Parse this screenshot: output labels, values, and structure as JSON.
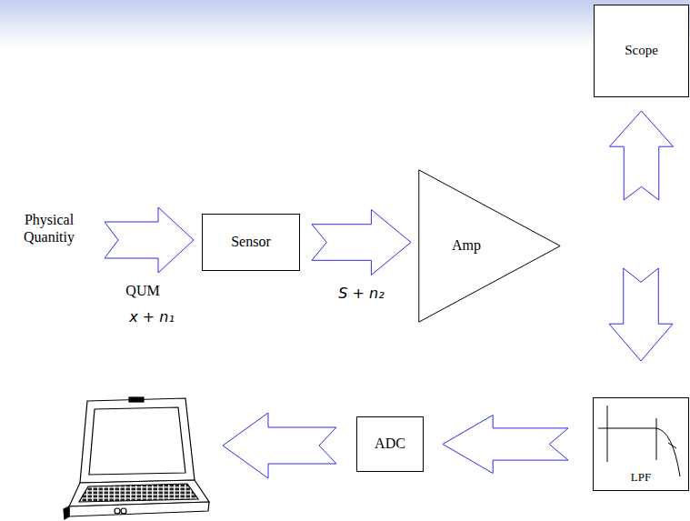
{
  "diagram": {
    "nodes": [
      {
        "text": [
          "Scope"
        ]
      },
      {
        "text": [
          "Sensor"
        ]
      },
      {
        "text": [
          "Amp"
        ]
      },
      {
        "text": [
          "LPF"
        ]
      },
      {
        "text": [
          "ADC"
        ]
      }
    ],
    "edges": [
      {
        "from": 1,
        "to": 2,
        "label": "S + n₂",
        "arrow": "to"
      },
      {
        "from": 2,
        "to": 0,
        "arrow": "to"
      },
      {
        "from": 2,
        "to": 3,
        "arrow": "to"
      },
      {
        "from": 3,
        "to": 4,
        "arrow": "to"
      }
    ],
    "labels": [
      "Physical Quanitiy",
      "QUM",
      "x + n₁"
    ]
  }
}
